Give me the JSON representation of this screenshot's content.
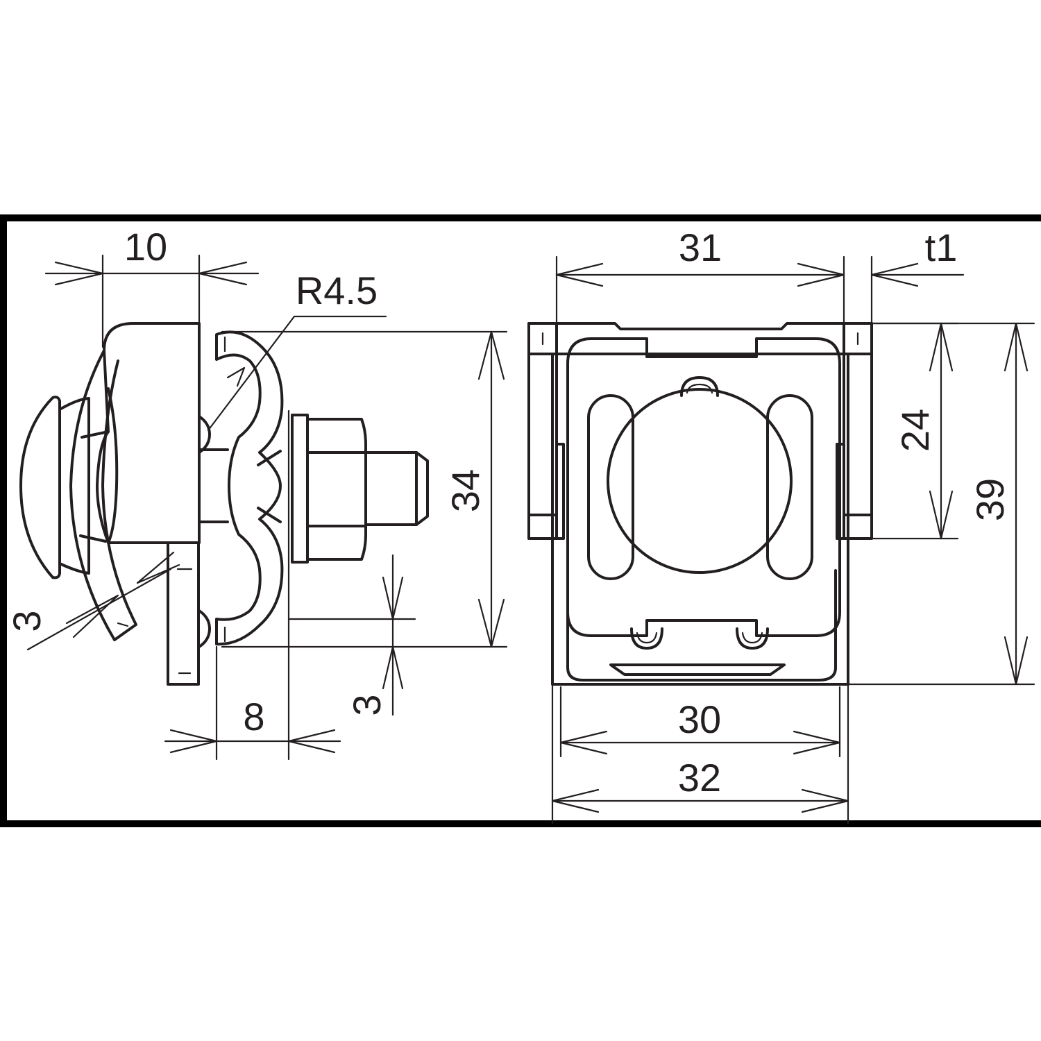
{
  "colors": {
    "line": "#231f20",
    "frame": "#000000",
    "background": "#ffffff"
  },
  "side_view": {
    "dimensions": {
      "width_top": "10",
      "radius": "R4.5",
      "height": "34",
      "offset_left": "3",
      "width_bottom": "8",
      "thickness": "3"
    }
  },
  "front_view": {
    "dimensions": {
      "width_top": "31",
      "thickness_top": "t1",
      "height_inner": "24",
      "height_total": "39",
      "width_inner_bottom": "30",
      "width_outer_bottom": "32"
    }
  }
}
